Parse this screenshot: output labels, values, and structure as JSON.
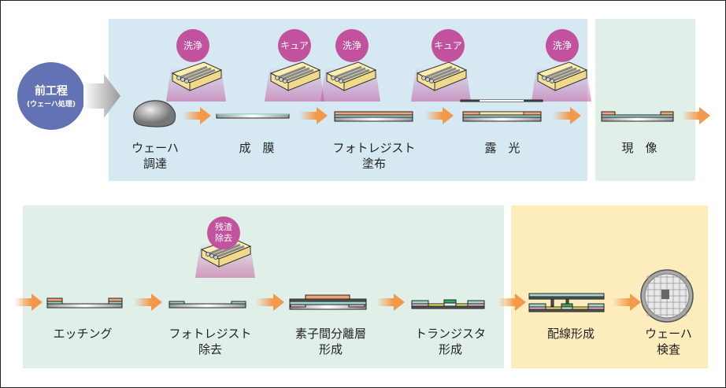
{
  "start": {
    "title": "前工程",
    "subtitle": "(ウェーハ処理)"
  },
  "badges": {
    "clean": "洗浄",
    "cure": "キュア",
    "residue_line1": "残渣",
    "residue_line2": "除去"
  },
  "steps": {
    "wafer_prep": "ウェーハ\n調達",
    "film": "成　膜",
    "resist_coat": "フォトレジスト\n塗布",
    "exposure": "露　光",
    "develop": "現　像",
    "etching": "エッチング",
    "resist_remove": "フォトレジスト\n除去",
    "isolation": "素子間分離層\n形成",
    "transistor": "トランジスタ\n形成",
    "wiring": "配線形成",
    "inspection": "ウェーハ\n検査"
  },
  "colors": {
    "panel_blue": "#d6e8f2",
    "panel_green": "#e0f0e8",
    "panel_yellow": "#fdedbd",
    "start_circle": "#6371b5",
    "badge": "#c2529e",
    "arrow": "#f29a4a",
    "resist": "#f4a374",
    "oxide": "#9fd6cf"
  }
}
